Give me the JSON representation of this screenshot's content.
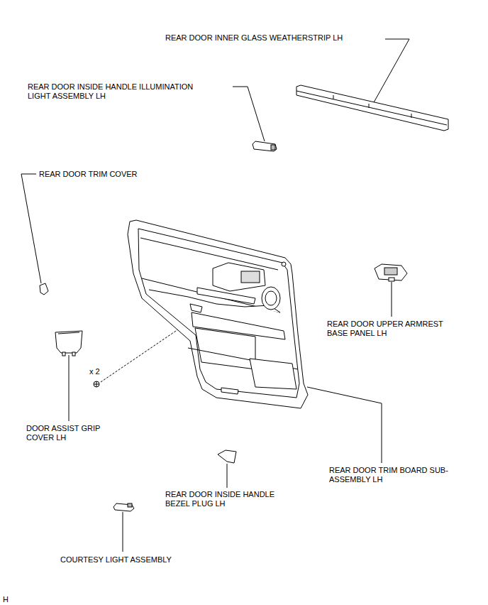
{
  "diagram": {
    "labels": [
      "REAR DOOR INNER GLASS WEATHERSTRIP LH",
      "REAR DOOR INSIDE HANDLE ILLUMINATION LIGHT ASSEMBLY LH",
      "REAR DOOR TRIM COVER",
      "REAR DOOR UPPER ARMREST BASE PANEL LH",
      "x 2",
      "DOOR ASSIST GRIP COVER LH",
      "REAR DOOR TRIM BOARD SUB-ASSEMBLY LH",
      "REAR DOOR INSIDE HANDLE BEZEL PLUG LH",
      "COURTESY LIGHT ASSEMBLY",
      "H"
    ]
  }
}
